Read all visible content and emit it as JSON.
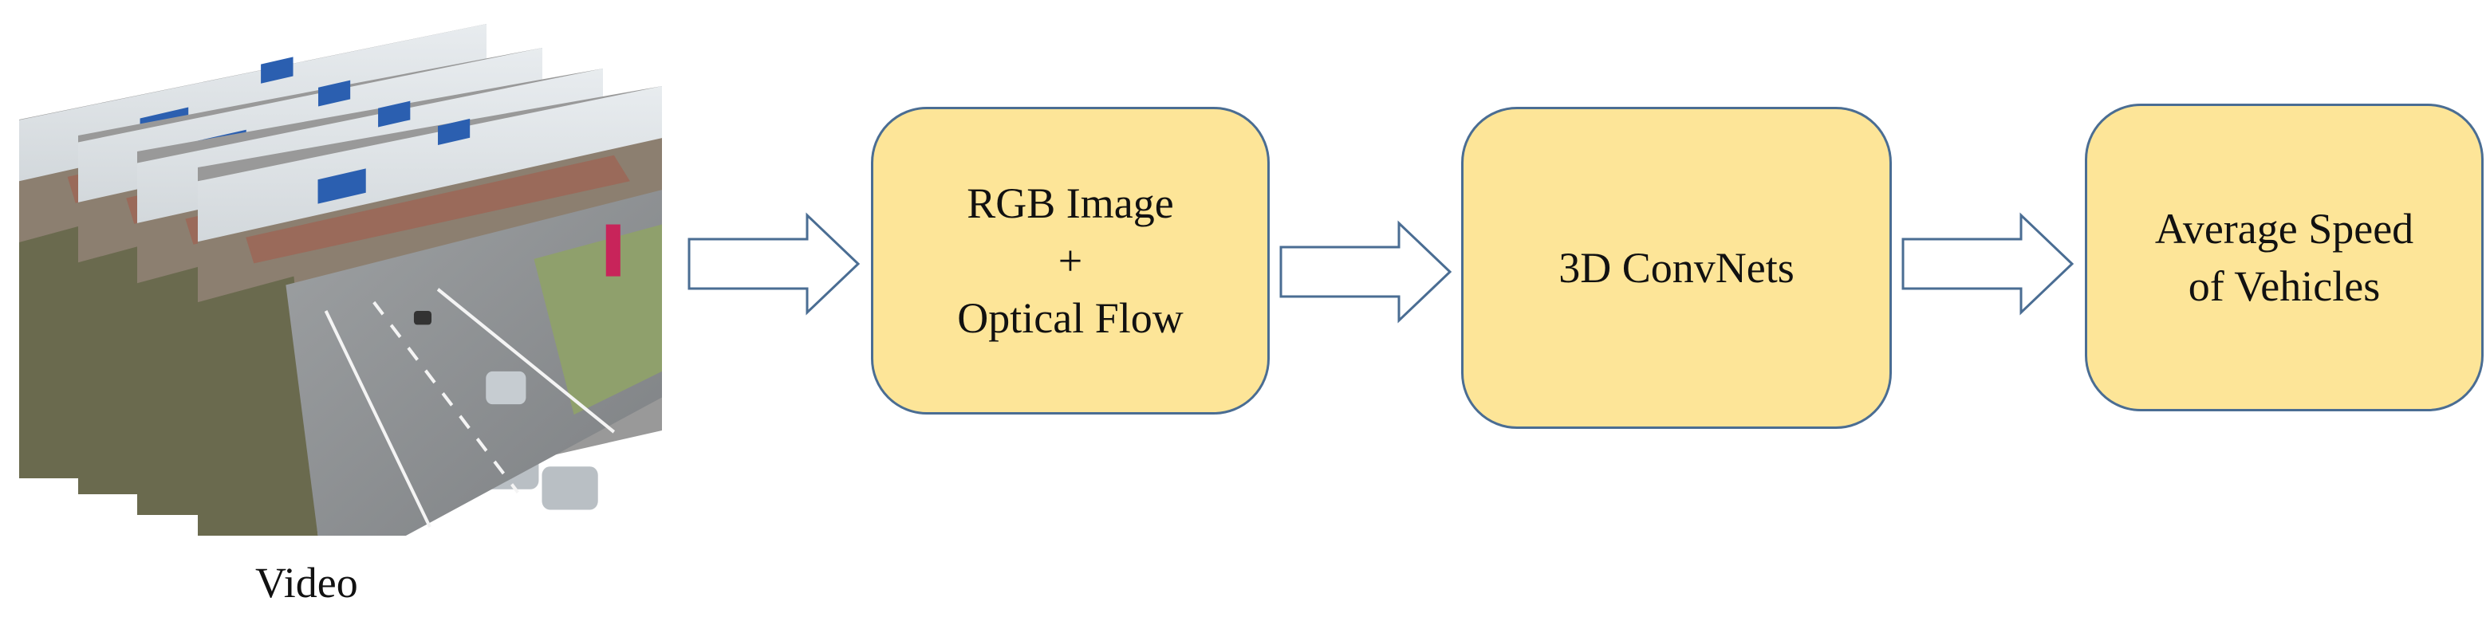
{
  "video_label": "Video",
  "nodes": {
    "input_box": {
      "line1": "RGB Image",
      "line2": "+",
      "line3": "Optical Flow"
    },
    "model_box": {
      "line1": "3D ConvNets"
    },
    "output_box": {
      "line1": "Average Speed",
      "line2": "of Vehicles"
    }
  },
  "colors": {
    "box_fill": "#fde598",
    "box_border": "#4a6d93",
    "arrow_stroke": "#4a6d93"
  }
}
